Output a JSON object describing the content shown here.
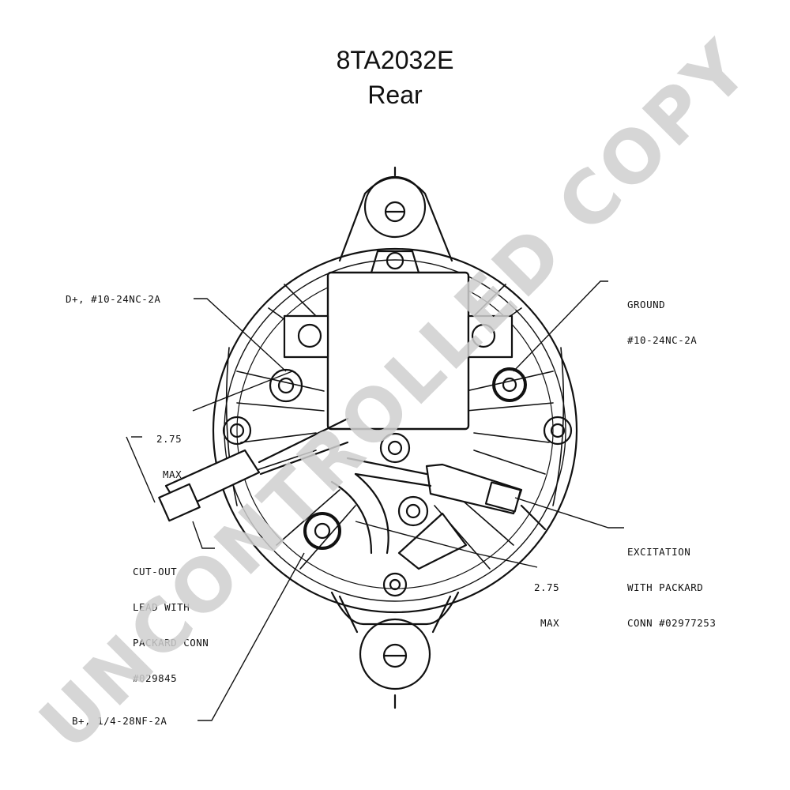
{
  "title": {
    "line1": "8TA2032E",
    "line2": "Rear"
  },
  "watermark": "UNCONTROLLED COPY",
  "callouts": {
    "d_plus": "D+, #10-24NC-2A",
    "ground": [
      "GROUND",
      "#10-24NC-2A"
    ],
    "dim_left": [
      "2.75",
      "MAX"
    ],
    "cut_out": [
      "CUT-OUT",
      "LEAD WITH",
      "PACKARD CONN",
      "#029845"
    ],
    "excitation": [
      "EXCITATION",
      "WITH PACKARD",
      "CONN #02977253"
    ],
    "dim_right": [
      "2.75",
      "MAX"
    ],
    "b_plus": "B+, 1/4-28NF-2A"
  }
}
